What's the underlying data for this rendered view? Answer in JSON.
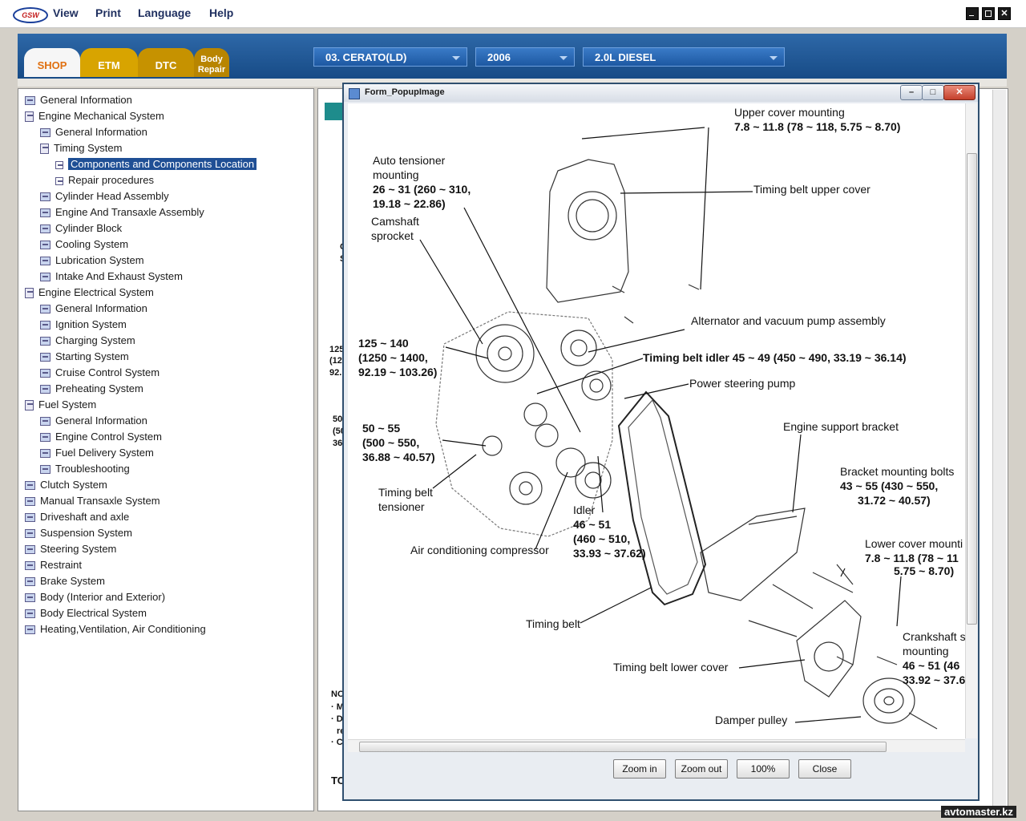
{
  "menubar": {
    "logo_text": "GSW",
    "items": [
      "View",
      "Print",
      "Language",
      "Help"
    ]
  },
  "tabs": [
    "SHOP",
    "ETM",
    "DTC",
    "Body Repair"
  ],
  "selectors": {
    "model": "03. CERATO(LD)",
    "year": "2006",
    "engine": "2.0L DIESEL"
  },
  "tree": [
    {
      "label": "General Information",
      "level": 0
    },
    {
      "label": "Engine Mechanical System",
      "level": 0,
      "open": true
    },
    {
      "label": "General Information",
      "level": 1
    },
    {
      "label": "Timing System",
      "level": 1,
      "open": true
    },
    {
      "label": "Components and Components Location",
      "level": 2,
      "selected": true
    },
    {
      "label": "Repair procedures",
      "level": 2
    },
    {
      "label": "Cylinder Head Assembly",
      "level": 1
    },
    {
      "label": "Engine And Transaxle Assembly",
      "level": 1
    },
    {
      "label": "Cylinder Block",
      "level": 1
    },
    {
      "label": "Cooling System",
      "level": 1
    },
    {
      "label": "Lubrication System",
      "level": 1
    },
    {
      "label": "Intake And Exhaust System",
      "level": 1
    },
    {
      "label": "Engine Electrical System",
      "level": 0,
      "open": true
    },
    {
      "label": "General Information",
      "level": 1
    },
    {
      "label": "Ignition System",
      "level": 1
    },
    {
      "label": "Charging System",
      "level": 1
    },
    {
      "label": "Starting System",
      "level": 1
    },
    {
      "label": "Cruise Control System",
      "level": 1
    },
    {
      "label": "Preheating System",
      "level": 1
    },
    {
      "label": "Fuel System",
      "level": 0,
      "open": true
    },
    {
      "label": "General Information",
      "level": 1
    },
    {
      "label": "Engine Control System",
      "level": 1
    },
    {
      "label": "Fuel Delivery System",
      "level": 1
    },
    {
      "label": "Troubleshooting",
      "level": 1
    },
    {
      "label": "Clutch System",
      "level": 0
    },
    {
      "label": "Manual Transaxle System",
      "level": 0
    },
    {
      "label": "Driveshaft and axle",
      "level": 0
    },
    {
      "label": "Suspension System",
      "level": 0
    },
    {
      "label": "Steering System",
      "level": 0
    },
    {
      "label": "Restraint",
      "level": 0
    },
    {
      "label": "Brake System",
      "level": 0
    },
    {
      "label": "Body (Interior and Exterior)",
      "level": 0
    },
    {
      "label": "Body Electrical System",
      "level": 0
    },
    {
      "label": "Heating,Ventilation, Air Conditioning",
      "level": 0
    }
  ],
  "background_fragments": [
    "C",
    "S",
    "125",
    "(12",
    "92.",
    "50",
    "(50",
    "36",
    "NO",
    "· M",
    "· D",
    "re",
    "· C",
    "TO"
  ],
  "popup": {
    "title": "Form_PopupImage",
    "buttons": [
      "Zoom in",
      "Zoom out",
      "100%",
      "Close"
    ],
    "labels": [
      {
        "text": "Upper cover  mounting",
        "bold": false
      },
      {
        "text": "7.8 ~ 11.8 (78 ~ 118, 5.75 ~ 8.70)",
        "bold": true
      },
      {
        "text": "Auto tensioner",
        "bold": false
      },
      {
        "text": "mounting",
        "bold": false
      },
      {
        "text": "26 ~ 31 (260 ~ 310,",
        "bold": true
      },
      {
        "text": "19.18 ~ 22.86)",
        "bold": true
      },
      {
        "text": "Timing belt upper cover",
        "bold": false
      },
      {
        "text": "Camshaft",
        "bold": false
      },
      {
        "text": "sprocket",
        "bold": false
      },
      {
        "text": "Alternator and vacuum pump assembly",
        "bold": false
      },
      {
        "text": "125 ~ 140",
        "bold": true
      },
      {
        "text": "(1250 ~ 1400,",
        "bold": true
      },
      {
        "text": "92.19 ~ 103.26)",
        "bold": true
      },
      {
        "text": "Timing belt idler 45 ~ 49 (450 ~ 490, 33.19 ~ 36.14)",
        "bold": true
      },
      {
        "text": "Power steering pump",
        "bold": false
      },
      {
        "text": "Engine support bracket",
        "bold": false
      },
      {
        "text": "50 ~ 55",
        "bold": true
      },
      {
        "text": "(500 ~ 550,",
        "bold": true
      },
      {
        "text": "36.88 ~ 40.57)",
        "bold": true
      },
      {
        "text": "Bracket mounting bolts",
        "bold": false
      },
      {
        "text": "43 ~ 55 (430 ~ 550,",
        "bold": true
      },
      {
        "text": "31.72 ~ 40.57)",
        "bold": true
      },
      {
        "text": "Timing belt",
        "bold": false
      },
      {
        "text": "tensioner",
        "bold": false
      },
      {
        "text": "Idler",
        "bold": false
      },
      {
        "text": "46 ~ 51",
        "bold": true
      },
      {
        "text": "(460 ~ 510,",
        "bold": true
      },
      {
        "text": "33.93 ~ 37.62)",
        "bold": true
      },
      {
        "text": "Lower cover mounti",
        "bold": false
      },
      {
        "text": "7.8 ~ 11.8 (78 ~ 11",
        "bold": true
      },
      {
        "text": "5.75 ~ 8.70)",
        "bold": true
      },
      {
        "text": "Air conditioning compressor",
        "bold": false
      },
      {
        "text": "Timing belt",
        "bold": false
      },
      {
        "text": "Crankshaft s",
        "bold": false
      },
      {
        "text": "mounting",
        "bold": false
      },
      {
        "text": "46 ~ 51 (46",
        "bold": true
      },
      {
        "text": "33.92 ~ 37.6",
        "bold": true
      },
      {
        "text": "Timing belt lower cover",
        "bold": false
      },
      {
        "text": "Damper pulley",
        "bold": false
      }
    ]
  },
  "watermark": "avtomaster.kz",
  "colors": {
    "band": "#1f5a9c",
    "selection": "#1f4f95",
    "shop_tab_text": "#e07010",
    "teal_bar": "#1e8c8c"
  }
}
